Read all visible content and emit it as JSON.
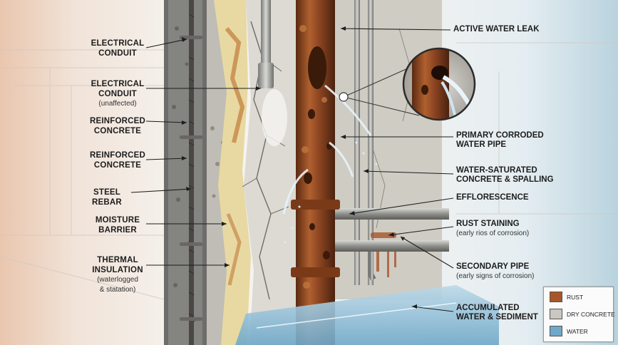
{
  "labels": {
    "electrical_conduit": {
      "title": "ELECTRICAL\nCONDUIT"
    },
    "electrical_conduit_unaffected": {
      "title": "ELECTRICAL\nCONDUIT",
      "note": "(unaffected)"
    },
    "reinforced_concrete_1": {
      "title": "REINFORCED\nCONCRETE"
    },
    "reinforced_concrete_2": {
      "title": "REINFORCED\nCONCRETE"
    },
    "steel_rebar": {
      "title": "STEEL REBAR"
    },
    "moisture_barrier": {
      "title": "MOISTURE\nBARRIER"
    },
    "thermal_insulation": {
      "title": "THERMAL\nINSULATION",
      "note": "(waterlogged\n& statation)"
    },
    "active_water_leak": {
      "title": "ACTIVE WATER LEAK"
    },
    "primary_corroded_pipe": {
      "title": "PRIMARY CORRODED\nWATER PIPE"
    },
    "water_saturated_concrete": {
      "title": "WATER-SATURATED\nCONCRETE & SPALLING"
    },
    "efflorescence": {
      "title": "EFFLORESCENCE"
    },
    "rust_staining": {
      "title": "RUST STAINING",
      "note": "(early rios of corrosion)"
    },
    "secondary_pipe": {
      "title": "SECONDARY PIPE",
      "note": "(early signs of corrosion)"
    },
    "accumulated_water": {
      "title": "ACCUMULATED\nWATER & SEDIMENT"
    }
  },
  "legend": [
    {
      "label": "RUST",
      "color": "#a8552a"
    },
    {
      "label": "DRY CONCRETE",
      "color": "#c9c7bf"
    },
    {
      "label": "WATER",
      "color": "#6fa8c8"
    }
  ]
}
